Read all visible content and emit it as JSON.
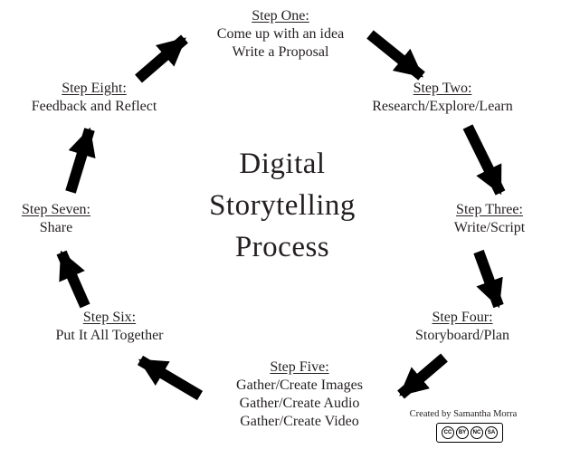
{
  "title": {
    "lines": [
      "Digital",
      "Storytelling",
      "Process"
    ]
  },
  "steps": [
    {
      "heading": "Step One:",
      "lines": [
        "Come up with an idea",
        "Write a Proposal"
      ]
    },
    {
      "heading": "Step Two:",
      "lines": [
        "Research/Explore/Learn"
      ]
    },
    {
      "heading": "Step Three:",
      "lines": [
        "Write/Script"
      ]
    },
    {
      "heading": "Step Four:",
      "lines": [
        "Storyboard/Plan"
      ]
    },
    {
      "heading": "Step Five:",
      "lines": [
        "Gather/Create Images",
        "Gather/Create Audio",
        "Gather/Create Video"
      ]
    },
    {
      "heading": "Step Six:",
      "lines": [
        "Put It All Together"
      ]
    },
    {
      "heading": "Step Seven:",
      "lines": [
        "Share"
      ]
    },
    {
      "heading": "Step Eight:",
      "lines": [
        "Feedback and Reflect"
      ]
    }
  ],
  "credit": {
    "text": "Created by Samantha Morra"
  },
  "license": {
    "labels": [
      "CC",
      "BY",
      "NC",
      "SA"
    ]
  },
  "colors": {
    "text": "#231f20",
    "arrow": "#000000",
    "background": "#ffffff"
  }
}
